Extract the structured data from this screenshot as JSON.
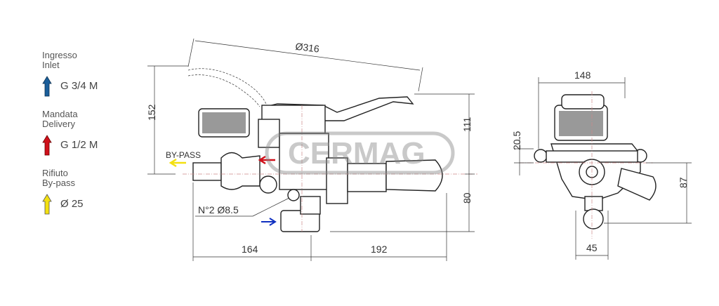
{
  "legend": [
    {
      "label_it": "Ingresso",
      "label_en": "Inlet",
      "value": "G 3/4 M",
      "color": "#1a5e9a"
    },
    {
      "label_it": "Mandata",
      "label_en": "Delivery",
      "value": "G 1/2 M",
      "color": "#d0101a"
    },
    {
      "label_it": "Rifiuto",
      "label_en": "By-pass",
      "value": "Ø 25",
      "color": "#f3e010"
    }
  ],
  "side_view": {
    "lever_length": "Ø316",
    "height_total": "152",
    "height_upper": "111",
    "height_lower": "80",
    "width_left": "164",
    "width_right": "192",
    "bypass_label": "BY-PASS",
    "holes_label": "N°2 Ø8.5"
  },
  "front_view": {
    "width": "148",
    "mount_height": "20.5",
    "height": "87",
    "inlet_offset": "45"
  },
  "watermark": "CERMAG"
}
